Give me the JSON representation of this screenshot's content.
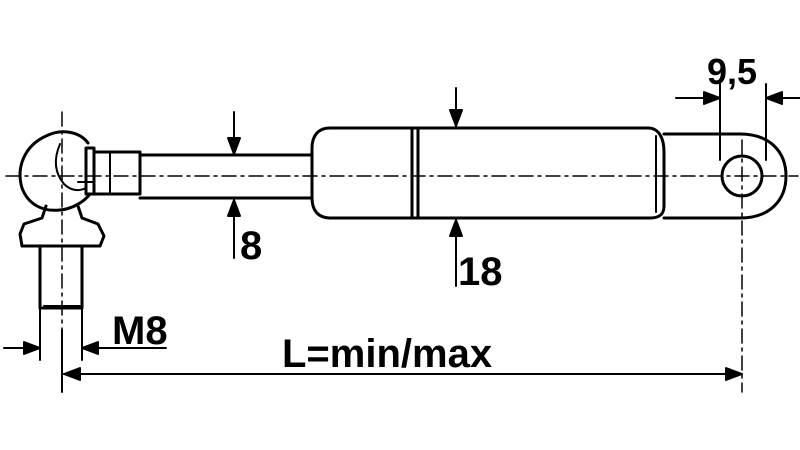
{
  "drawing": {
    "line_color": "#000000",
    "background": "#ffffff",
    "dimensions": {
      "rod_diameter": "8",
      "tube_diameter": "18",
      "thread": "M8",
      "length": "L=min/max",
      "eye_width": "9,5"
    }
  }
}
